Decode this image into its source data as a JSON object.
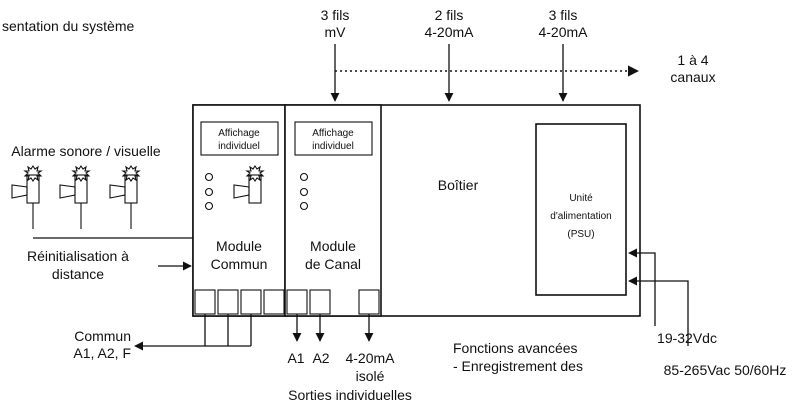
{
  "title_fragment": "sentation du système",
  "inputs": {
    "mv": [
      "3 fils",
      "mV"
    ],
    "ma_2fils": [
      "2 fils",
      "4-20mA"
    ],
    "ma_3fils": [
      "3 fils",
      "4-20mA"
    ],
    "channels": [
      "1 à 4",
      "canaux"
    ]
  },
  "alarm_label": "Alarme sonore / visuelle",
  "reset_label": [
    "Réinitialisation à",
    "distance"
  ],
  "common_module": {
    "display": [
      "Affichage",
      "individuel"
    ],
    "name": [
      "Module",
      "Commun"
    ]
  },
  "channel_module": {
    "display": [
      "Affichage",
      "individuel"
    ],
    "name": [
      "Module",
      "de Canal"
    ]
  },
  "enclosure_label": "Boîtier",
  "psu_label": [
    "Unité",
    "d'alimentation",
    "(PSU)"
  ],
  "common_outputs": [
    "Commun",
    "A1, A2, F"
  ],
  "channel_outputs": {
    "a1": "A1",
    "a2": "A2",
    "analog": [
      "4-20mA",
      "isolé"
    ],
    "caption": "Sorties individuelles"
  },
  "advanced": [
    "Fonctions avancées",
    "- Enregistrement des"
  ],
  "power_dc": "19-32Vdc",
  "power_ac": "85-265Vac 50/60Hz"
}
